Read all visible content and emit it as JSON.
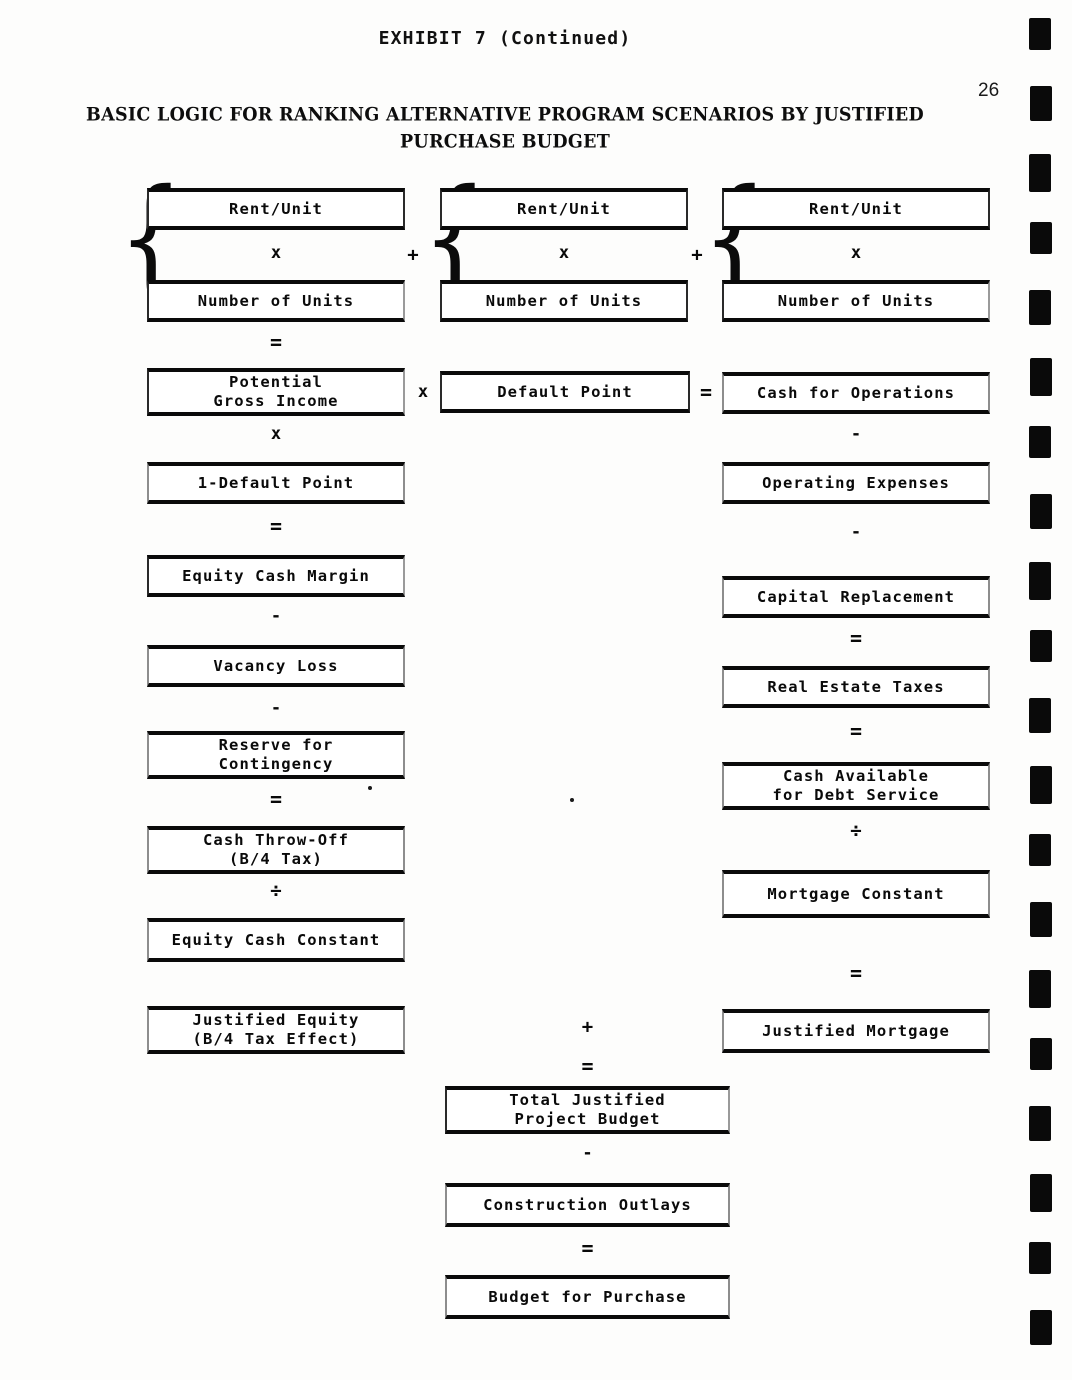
{
  "header": {
    "exhibit_label": "EXHIBIT  7  (Continued)",
    "page_number": "26",
    "title_line1": "BASIC LOGIC FOR RANKING ALTERNATIVE PROGRAM SCENARIOS BY JUSTIFIED",
    "title_line2": "PURCHASE BUDGET"
  },
  "chart_data": {
    "type": "diagram",
    "title": "BASIC LOGIC FOR RANKING ALTERNATIVE PROGRAM SCENARIOS BY JUSTIFIED PURCHASE BUDGET",
    "nodes": [
      {
        "id": "rent1",
        "label": "Rent/Unit"
      },
      {
        "id": "units1",
        "label": "Number of Units"
      },
      {
        "id": "rent2",
        "label": "Rent/Unit"
      },
      {
        "id": "units2",
        "label": "Number of Units"
      },
      {
        "id": "rent3",
        "label": "Rent/Unit"
      },
      {
        "id": "units3",
        "label": "Number of Units"
      },
      {
        "id": "pgi",
        "label": "Potential\nGross Income"
      },
      {
        "id": "dp",
        "label": "Default Point"
      },
      {
        "id": "cfo",
        "label": "Cash for Operations"
      },
      {
        "id": "1dp",
        "label": "1-Default Point"
      },
      {
        "id": "opex",
        "label": "Operating Expenses"
      },
      {
        "id": "ecm",
        "label": "Equity Cash Margin"
      },
      {
        "id": "caprep",
        "label": "Capital Replacement"
      },
      {
        "id": "vac",
        "label": "Vacancy Loss"
      },
      {
        "id": "ret",
        "label": "Real Estate Taxes"
      },
      {
        "id": "resv",
        "label": "Reserve for\nContingency"
      },
      {
        "id": "cads",
        "label": "Cash Available\nfor Debt Service"
      },
      {
        "id": "cto",
        "label": "Cash Throw-Off\n(B/4 Tax)"
      },
      {
        "id": "mc",
        "label": "Mortgage Constant"
      },
      {
        "id": "ecc",
        "label": "Equity Cash Constant"
      },
      {
        "id": "je",
        "label": "Justified Equity\n(B/4 Tax Effect)"
      },
      {
        "id": "jm",
        "label": "Justified Mortgage"
      },
      {
        "id": "tjpb",
        "label": "Total Justified\nProject Budget"
      },
      {
        "id": "co",
        "label": "Construction Outlays"
      },
      {
        "id": "bfp",
        "label": "Budget for Purchase"
      }
    ],
    "operators": [
      {
        "id": "mul_g1",
        "symbol": "x",
        "between": [
          "rent1",
          "units1"
        ]
      },
      {
        "id": "mul_g2",
        "symbol": "x",
        "between": [
          "rent2",
          "units2"
        ]
      },
      {
        "id": "mul_g3",
        "symbol": "x",
        "between": [
          "rent3",
          "units3"
        ]
      },
      {
        "id": "plus_12",
        "symbol": "+",
        "between": [
          "group1",
          "group2"
        ]
      },
      {
        "id": "plus_23",
        "symbol": "+",
        "between": [
          "group2",
          "group3"
        ]
      },
      {
        "id": "eq_pgi",
        "symbol": "=",
        "between": [
          "groups",
          "pgi"
        ]
      },
      {
        "id": "mul_dp",
        "symbol": "x",
        "between": [
          "pgi",
          "dp"
        ]
      },
      {
        "id": "eq_cfo",
        "symbol": "=",
        "between": [
          "dp",
          "cfo"
        ]
      },
      {
        "id": "mul_1dp",
        "symbol": "x",
        "between": [
          "pgi",
          "1dp"
        ]
      },
      {
        "id": "eq_ecm",
        "symbol": "=",
        "between": [
          "1dp",
          "ecm"
        ]
      },
      {
        "id": "min_vac",
        "symbol": "-",
        "between": [
          "ecm",
          "vac"
        ]
      },
      {
        "id": "min_res",
        "symbol": "-",
        "between": [
          "vac",
          "resv"
        ]
      },
      {
        "id": "eq_cto",
        "symbol": "=",
        "between": [
          "resv",
          "cto"
        ]
      },
      {
        "id": "div_ecc",
        "symbol": "÷",
        "between": [
          "cto",
          "ecc"
        ]
      },
      {
        "id": "min_ope",
        "symbol": "-",
        "between": [
          "cfo",
          "opex"
        ]
      },
      {
        "id": "min_cap",
        "symbol": "-",
        "between": [
          "opex",
          "caprep"
        ]
      },
      {
        "id": "min_ret",
        "symbol": "=",
        "between": [
          "caprep",
          "ret"
        ]
      },
      {
        "id": "eq_cads",
        "symbol": "=",
        "between": [
          "ret",
          "cads"
        ]
      },
      {
        "id": "div_mc",
        "symbol": "÷",
        "between": [
          "cads",
          "mc"
        ]
      },
      {
        "id": "eq_jm",
        "symbol": "=",
        "between": [
          "mc",
          "jm"
        ]
      },
      {
        "id": "plus_je",
        "symbol": "+",
        "between": [
          "je",
          "jm"
        ]
      },
      {
        "id": "eq_tjpb",
        "symbol": "=",
        "between": [
          "je_jm",
          "tjpb"
        ]
      },
      {
        "id": "min_co",
        "symbol": "-",
        "between": [
          "tjpb",
          "co"
        ]
      },
      {
        "id": "eq_bfp",
        "symbol": "=",
        "between": [
          "co",
          "bfp"
        ]
      }
    ]
  }
}
